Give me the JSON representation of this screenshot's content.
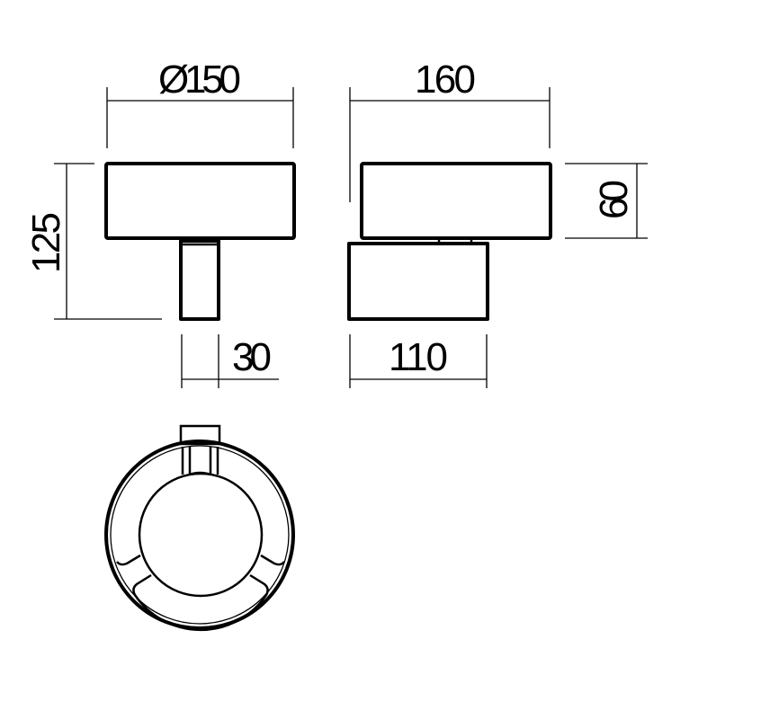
{
  "title": "Technical dimension drawing",
  "dimensions": {
    "diameter": "Ø150",
    "depth": "160",
    "height_total": "125",
    "height_head": "60",
    "stem_width": "30",
    "base_width": "110"
  },
  "units": "mm",
  "colors": {
    "line": "#000000",
    "background": "#ffffff"
  }
}
